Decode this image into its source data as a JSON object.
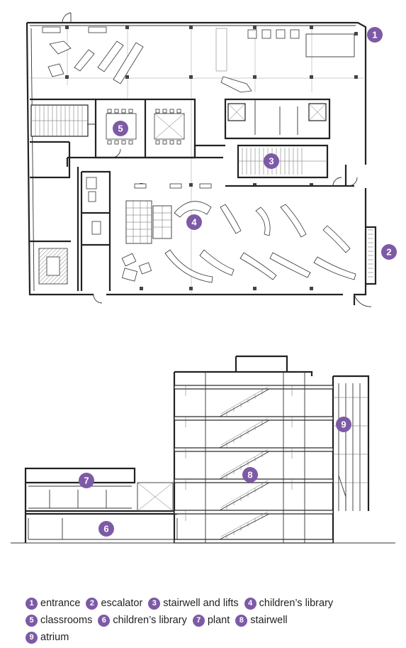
{
  "markers": {
    "m1": "1",
    "m2": "2",
    "m3": "3",
    "m4": "4",
    "m5": "5",
    "m6": "6",
    "m7": "7",
    "m8": "8",
    "m9": "9"
  },
  "legend": [
    [
      {
        "num": "1",
        "label": "entrance"
      },
      {
        "num": "2",
        "label": "escalator"
      },
      {
        "num": "3",
        "label": "stairwell and lifts"
      },
      {
        "num": "4",
        "label": "children’s library"
      }
    ],
    [
      {
        "num": "5",
        "label": "classrooms"
      },
      {
        "num": "6",
        "label": "children’s library"
      },
      {
        "num": "7",
        "label": "plant"
      },
      {
        "num": "8",
        "label": "stairwell"
      }
    ],
    [
      {
        "num": "9",
        "label": "atrium"
      }
    ]
  ],
  "colors": {
    "marker": "#7d5aa6",
    "line": "#222222"
  }
}
